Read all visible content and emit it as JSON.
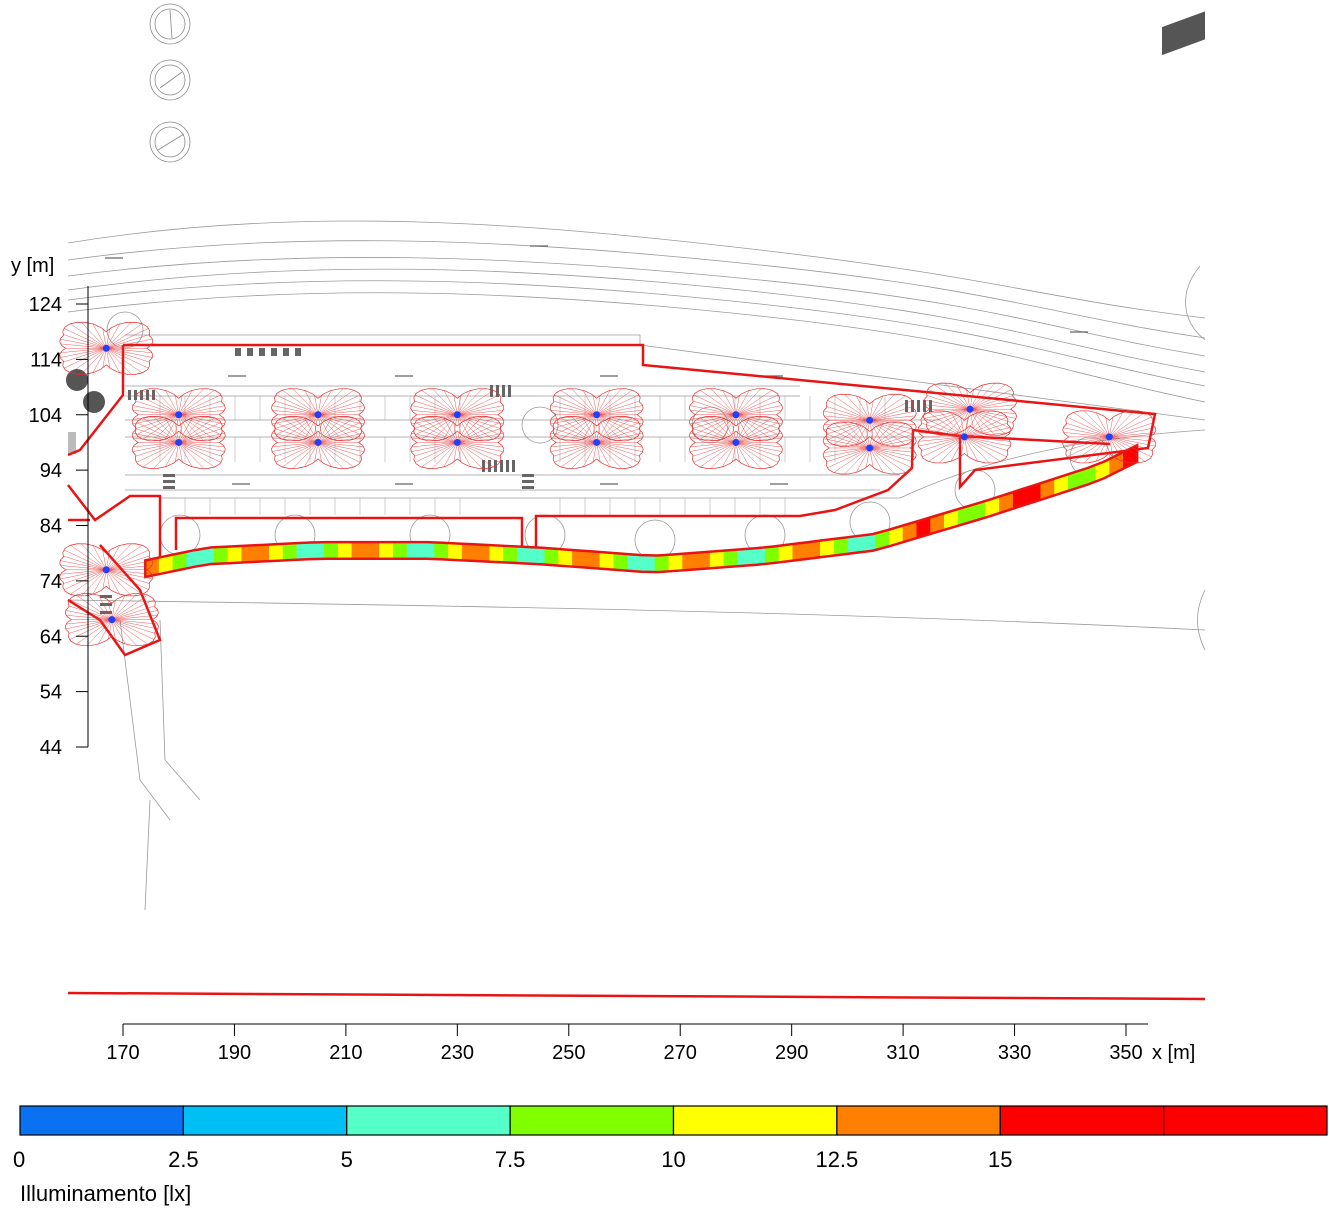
{
  "chart_data": {
    "type": "heatmap",
    "xlabel": "x [m]",
    "ylabel": "y [m]",
    "x_ticks": [
      170,
      190,
      210,
      230,
      250,
      270,
      290,
      310,
      330,
      350
    ],
    "y_ticks": [
      124,
      114,
      104,
      94,
      84,
      74,
      64,
      54,
      44
    ],
    "legend": {
      "title": "Illuminamento [lx]",
      "tick_values": [
        0,
        2.5,
        5,
        7.5,
        10,
        12.5,
        15
      ],
      "tick_labels": [
        "0",
        "2.5",
        "5",
        "7.5",
        "10",
        "12.5",
        "15"
      ],
      "colors": [
        "#0a72f2",
        "#00bff5",
        "#55ffc8",
        "#80ff00",
        "#ffff00",
        "#ff8000",
        "#ff0000",
        "#ff0000"
      ]
    },
    "roadway_centerline": {
      "x": [
        174,
        185,
        205,
        225,
        245,
        265,
        285,
        305,
        325,
        345,
        352
      ],
      "y": [
        76.2,
        78.5,
        79.5,
        79.5,
        78.5,
        77,
        78.5,
        81,
        87,
        93.5,
        97
      ]
    },
    "roadway_illuminance": [
      16,
      5,
      15,
      5,
      15,
      5,
      15,
      5,
      15,
      5,
      15,
      5,
      15,
      6,
      16,
      9,
      16,
      9,
      16
    ],
    "luminaires": [
      {
        "x": 167,
        "y": 116
      },
      {
        "x": 167,
        "y": 76
      },
      {
        "x": 168,
        "y": 67
      },
      {
        "x": 180,
        "y": 104
      },
      {
        "x": 180,
        "y": 99
      },
      {
        "x": 205,
        "y": 104
      },
      {
        "x": 205,
        "y": 99
      },
      {
        "x": 230,
        "y": 104
      },
      {
        "x": 230,
        "y": 99
      },
      {
        "x": 255,
        "y": 104
      },
      {
        "x": 255,
        "y": 99
      },
      {
        "x": 280,
        "y": 104
      },
      {
        "x": 280,
        "y": 99
      },
      {
        "x": 304,
        "y": 103
      },
      {
        "x": 304,
        "y": 98
      },
      {
        "x": 322,
        "y": 105
      },
      {
        "x": 321,
        "y": 100
      },
      {
        "x": 347,
        "y": 100
      }
    ]
  }
}
